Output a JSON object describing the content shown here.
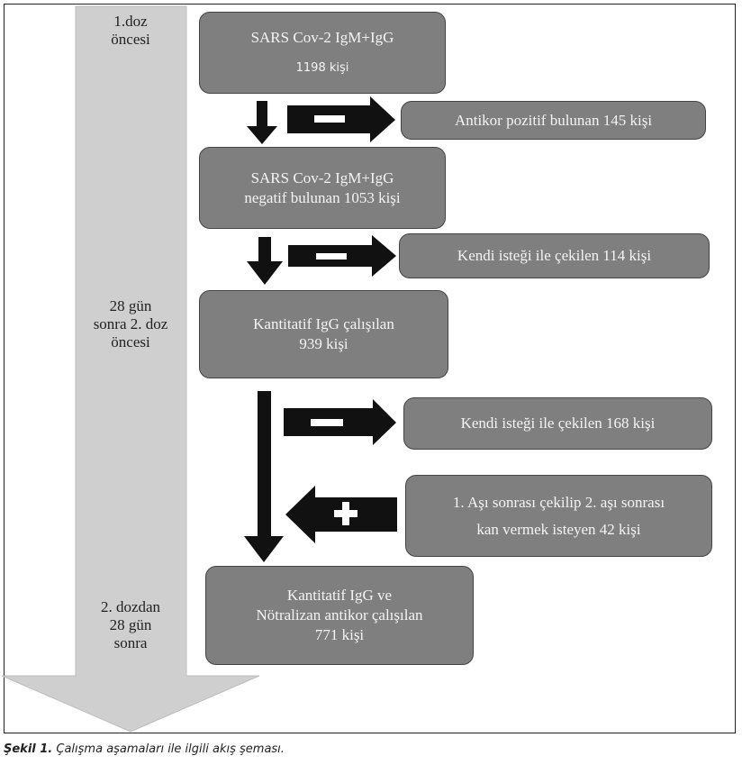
{
  "timeline": {
    "stages": [
      "1.doz\nöncesi",
      "28 gün\nsonra 2. doz\nöncesi",
      "2. dozdan\n28 gün\nsonra"
    ]
  },
  "boxes": {
    "start": {
      "line1": "SARS Cov-2 IgM+IgG",
      "count": "1198 kişi"
    },
    "negative": {
      "line1": "SARS Cov-2 IgM+IgG",
      "line2": "negatif bulunan 1053 kişi"
    },
    "quant": {
      "line1": "Kantitatif IgG çalışılan",
      "line2": "939 kişi"
    },
    "final": {
      "line1": "Kantitatif IgG ve",
      "line2": "Nötralizan antikor çalışılan",
      "line3": "771 kişi"
    }
  },
  "side_boxes": {
    "positive_excluded": {
      "text": "Antikor pozitif bulunan 145 kişi"
    },
    "withdrew_1": {
      "text": "Kendi isteği ile çekilen 114 kişi"
    },
    "withdrew_2": {
      "text": "Kendi isteği ile çekilen 168 kişi"
    },
    "rejoined": {
      "line1": "1. Aşı sonrası çekilip 2. aşı sonrası",
      "line2": "kan vermek isteyen 42 kişi"
    }
  },
  "operators": {
    "minus": "minus-sign",
    "plus": "plus-sign"
  },
  "caption": {
    "label": "Şekil 1.",
    "text": "Çalışma aşamaları ile ilgili akış şeması."
  },
  "colors": {
    "box_fill": "#7f7f7f",
    "box_border": "#444444",
    "timeline_fill": "#cfcfcf",
    "arrow_fill": "#111111"
  }
}
